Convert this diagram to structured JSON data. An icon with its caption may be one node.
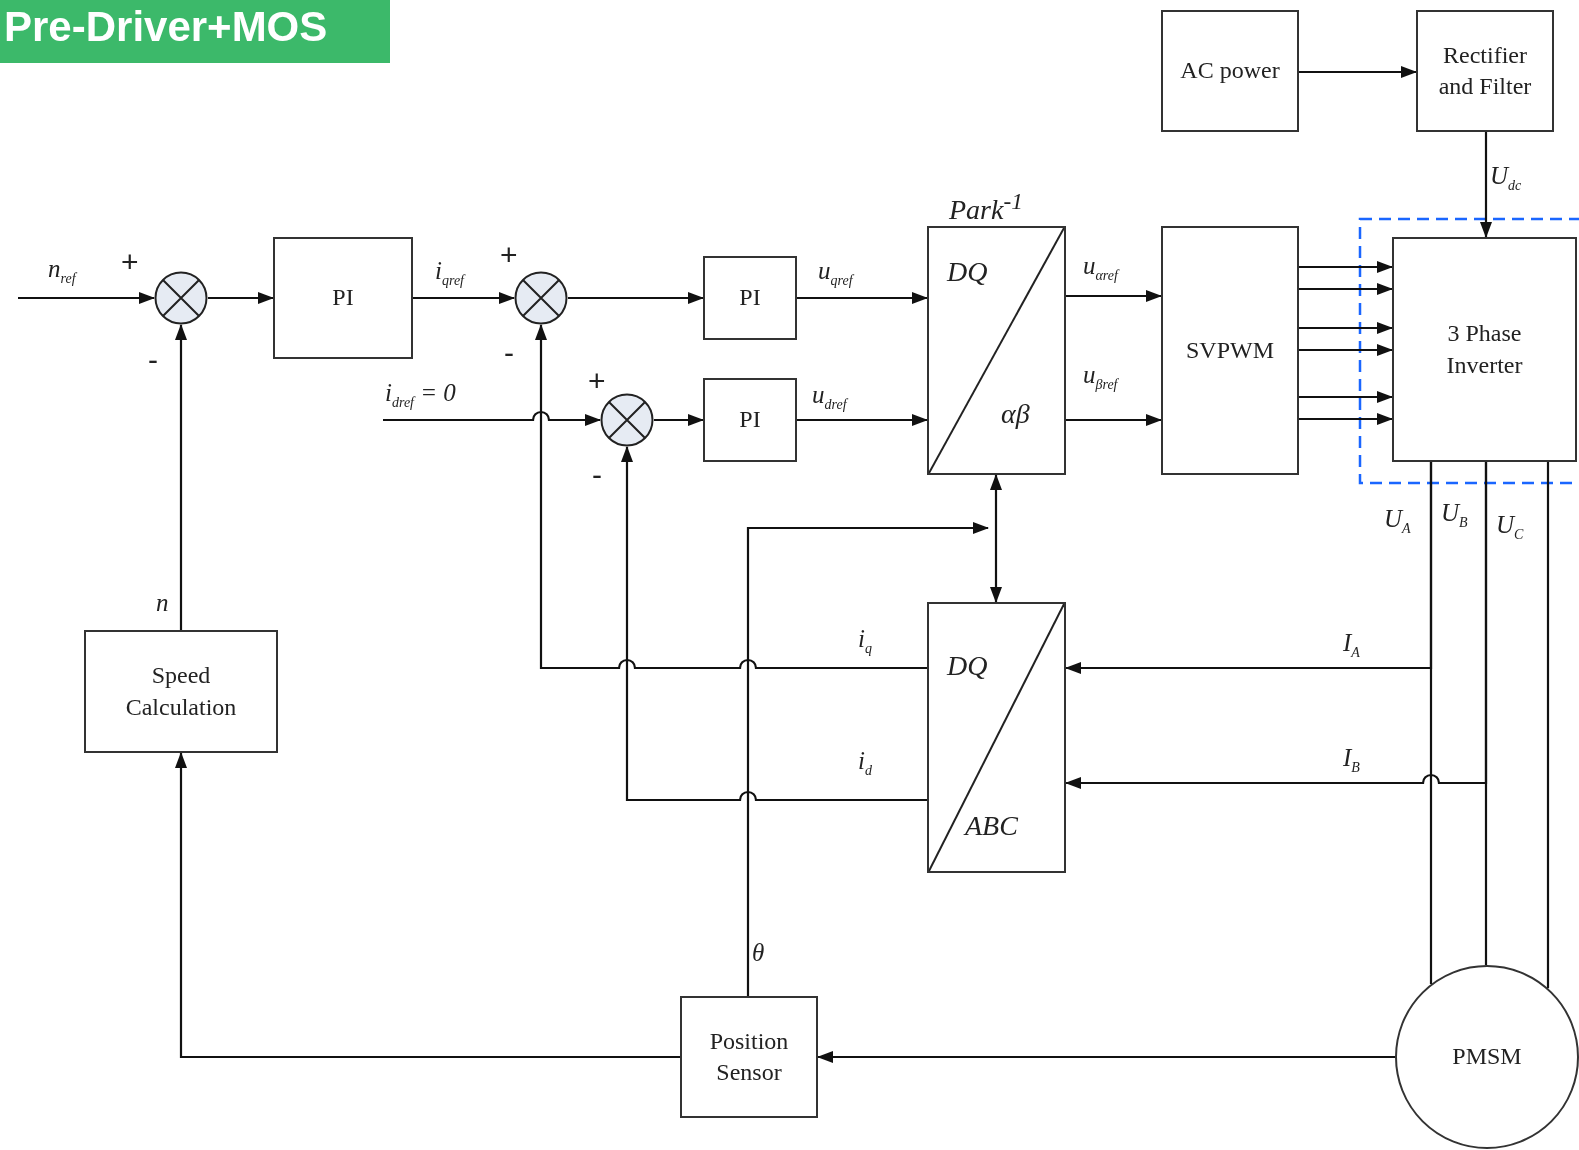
{
  "diagram": {
    "title": "Pre-Driver+MOS",
    "nodes": [
      {
        "text": [],
        "shape": "circle"
      },
      {
        "text": [
          "PI"
        ]
      },
      {
        "text": [],
        "shape": "circle"
      },
      {
        "text": [
          "PI"
        ]
      },
      {
        "text": [],
        "shape": "circle"
      },
      {
        "text": [
          "PI"
        ]
      },
      {
        "text": [
          "Park$^{-1}$",
          "DQ",
          "αβ"
        ]
      },
      {
        "text": [
          "SVPWM"
        ]
      },
      {
        "text": [
          "AC power"
        ]
      },
      {
        "text": [
          "Rectifier and Filter"
        ]
      },
      {
        "text": [
          "3 Phase Inverter"
        ]
      },
      {
        "text": [
          "DQ",
          "ABC"
        ]
      },
      {
        "text": [
          "Speed Calculation"
        ]
      },
      {
        "text": [
          "Position Sensor"
        ]
      },
      {
        "text": [
          "PMSM"
        ]
      }
    ],
    "edges": [
      {
        "from": null,
        "to": 0,
        "arrow": "to",
        "label": "n$_{ref}$"
      },
      {
        "from": 0,
        "to": 1,
        "arrow": "to"
      },
      {
        "from": 1,
        "to": 2,
        "arrow": "to",
        "label": "i$_{qref}$"
      },
      {
        "from": 2,
        "to": 3,
        "arrow": "to"
      },
      {
        "from": 3,
        "to": 6,
        "arrow": "to",
        "label": "u$_{qref}$"
      },
      {
        "from": null,
        "to": 4,
        "arrow": "to",
        "label": "i$_{dref}$ = 0"
      },
      {
        "from": 4,
        "to": 5,
        "arrow": "to"
      },
      {
        "from": 5,
        "to": 6,
        "arrow": "to",
        "label": "u$_{dref}$"
      },
      {
        "from": 6,
        "to": 7,
        "arrow": "to",
        "label": "u$_{αref}$"
      },
      {
        "from": 6,
        "to": 7,
        "arrow": "to",
        "label": "u$_{βref}$"
      },
      {
        "from": 7,
        "to": 10,
        "arrow": "to"
      },
      {
        "from": 7,
        "to": 10,
        "arrow": "to"
      },
      {
        "from": 7,
        "to": 10,
        "arrow": "to"
      },
      {
        "from": 7,
        "to": 10,
        "arrow": "to"
      },
      {
        "from": 7,
        "to": 10,
        "arrow": "to"
      },
      {
        "from": 7,
        "to": 10,
        "arrow": "to"
      },
      {
        "from": 8,
        "to": 9,
        "arrow": "to"
      },
      {
        "from": 9,
        "to": 10,
        "arrow": "to",
        "label": "U$_{dc}$"
      },
      {
        "from": 10,
        "to": 14,
        "arrow": "none",
        "label": "U$_{A}$"
      },
      {
        "from": 10,
        "to": 14,
        "arrow": "none",
        "label": "U$_{B}$"
      },
      {
        "from": 10,
        "to": 14,
        "arrow": "none",
        "label": "U$_{C}$"
      },
      {
        "from": 10,
        "to": 11,
        "arrow": "to",
        "label": "I$_{A}$"
      },
      {
        "from": 10,
        "to": 11,
        "arrow": "to",
        "label": "I$_{B}$"
      },
      {
        "from": 11,
        "to": 2,
        "arrow": "to",
        "label": "i$_{q}$"
      },
      {
        "from": 11,
        "to": 4,
        "arrow": "to",
        "label": "i$_{d}$"
      },
      {
        "from": 13,
        "to": null,
        "arrow": "to",
        "label": "θ"
      },
      {
        "from": 6,
        "to": 11,
        "arrow": "both"
      },
      {
        "from": 14,
        "to": 13,
        "arrow": "to"
      },
      {
        "from": 13,
        "to": 12,
        "arrow": "to"
      },
      {
        "from": 12,
        "to": 0,
        "arrow": "to",
        "label": "n"
      }
    ],
    "labels": [
      "+",
      "+",
      "-",
      "-",
      "+",
      "-"
    ]
  }
}
